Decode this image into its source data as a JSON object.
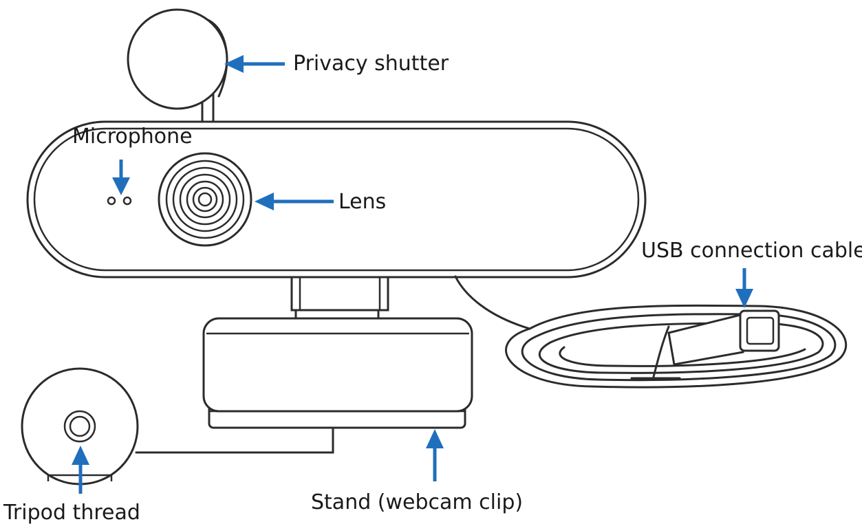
{
  "labels": {
    "privacy_shutter": "Privacy shutter",
    "microphone": "Microphone",
    "lens": "Lens",
    "usb_cable": "USB connection cable",
    "tripod_thread": "Tripod thread",
    "stand": "Stand (webcam clip)"
  },
  "colors": {
    "arrow": "#1f6fbd",
    "outline": "#2b2b2b",
    "text": "#1a1a1a",
    "background": "#ffffff"
  }
}
